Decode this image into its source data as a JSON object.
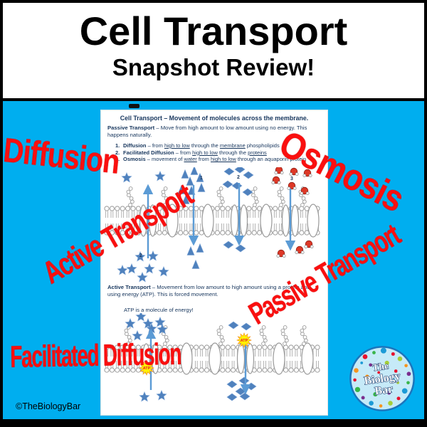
{
  "header": {
    "title": "Cell Transport",
    "subtitle": "Snapshot Review!"
  },
  "overlay_labels": {
    "diffusion": "Diffusion",
    "osmosis": "Osmosis",
    "active_transport": "Active Transport",
    "passive_transport": "Passive Transport",
    "facilitated_diffusion": "Facilitated Diffusion"
  },
  "worksheet": {
    "title": "Cell Transport – Movement of molecules across the membrane.",
    "passive_paragraph": [
      {
        "t": "Passive Transport",
        "b": true
      },
      {
        "t": " – Move from high amount to low amount using no energy.  This happens naturally."
      }
    ],
    "numbered_list": [
      {
        "num": "1.",
        "parts": [
          {
            "t": "Diffusion",
            "b": true
          },
          {
            "t": " – from "
          },
          {
            "t": "high to low",
            "u": true
          },
          {
            "t": " through the "
          },
          {
            "t": "membrane",
            "u": true
          },
          {
            "t": " phospholipids"
          }
        ]
      },
      {
        "num": "2.",
        "parts": [
          {
            "t": "Facilitated Diffusion",
            "b": true
          },
          {
            "t": " – from "
          },
          {
            "t": "high to low",
            "u": true
          },
          {
            "t": " through the "
          },
          {
            "t": "proteins",
            "u": true
          }
        ]
      },
      {
        "num": "3.",
        "parts": [
          {
            "t": "Osmosis",
            "b": true
          },
          {
            "t": " – movement of "
          },
          {
            "t": "water",
            "u": true
          },
          {
            "t": " from "
          },
          {
            "t": "high to low",
            "u": true
          },
          {
            "t": " through an aquaporin protein"
          }
        ]
      }
    ],
    "active_paragraph": [
      {
        "t": "Active Transport",
        "b": true
      },
      {
        "t": " – Movement from low amount to high amount using a protein and using energy (ATP).  This is forced movement."
      }
    ],
    "atp_note": "ATP is a molecule of energy!",
    "diagram_numbers": {
      "diffusion": "1",
      "facilitated": "2",
      "osmosis": "3",
      "stars": "2"
    },
    "atp_label": "ATP"
  },
  "footer": {
    "copyright": "©TheBiologyBar"
  },
  "badge": {
    "lines": [
      "The",
      "Biology",
      "Bar"
    ]
  },
  "colors": {
    "background": "#00AEEF",
    "accent_red": "#FA0F0F",
    "text_navy": "#17365D",
    "shape_blue": "#4F81BD",
    "shape_edge": "#7EA6D6",
    "arrow_blue": "#5B9BD5",
    "membrane_gray": "#999999",
    "atp_yellow": "#FFF200",
    "atp_burst_edge": "#F7941D",
    "atp_text_red": "#E8112D",
    "water_red": "#DD3827",
    "badge_fill": "#C6EAF8",
    "badge_border": "#1C75BC",
    "badge_text_outline": "#1A3C6E"
  }
}
